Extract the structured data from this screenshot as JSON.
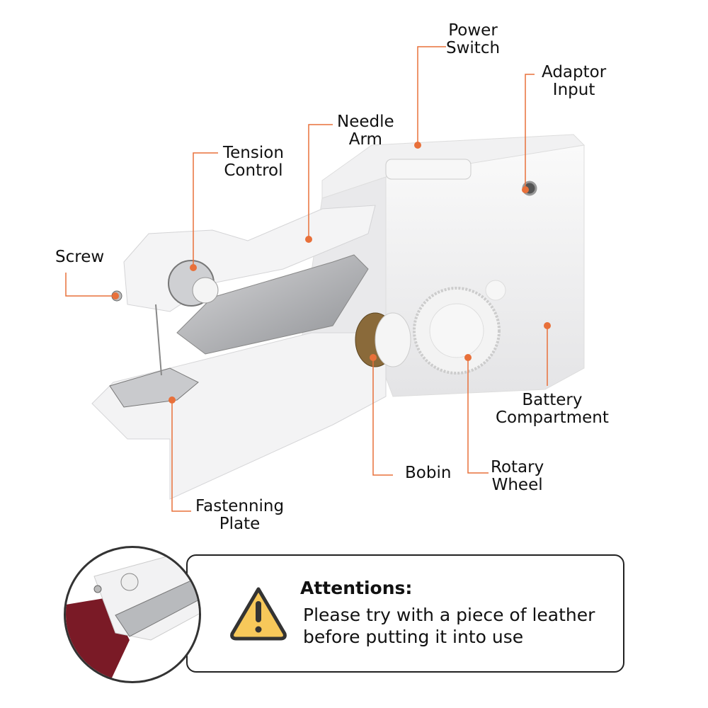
{
  "labels": {
    "power_switch": [
      "Power",
      "Switch"
    ],
    "adaptor_input": [
      "Adaptor",
      "Input"
    ],
    "needle_arm": [
      "Needle",
      "Arm"
    ],
    "tension_control": [
      "Tension",
      "Control"
    ],
    "screw": "Screw",
    "battery_compartment": [
      "Battery",
      "Compartment"
    ],
    "bobin": "Bobin",
    "rotary_wheel": [
      "Rotary",
      "Wheel"
    ],
    "fastenning_plate": [
      "Fastenning",
      "Plate"
    ]
  },
  "attention": {
    "title": "Attentions:",
    "lines": [
      "Please try with a piece of leather",
      "before putting it into use"
    ],
    "icon": "warning-triangle-icon"
  },
  "colors": {
    "leader": "#e8703a",
    "warning_fill": "#f7c85a",
    "fabric": "#7a1a26"
  }
}
